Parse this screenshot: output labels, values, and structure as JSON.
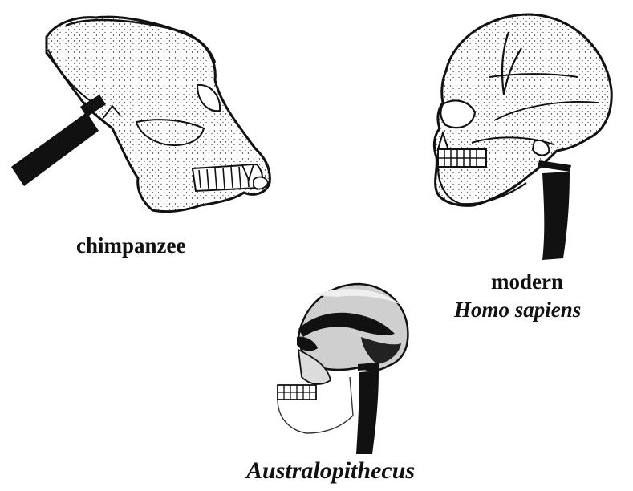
{
  "labels": {
    "chimpanzee": "chimpanzee",
    "modern_line1": "modern",
    "modern_line2": "Homo sapiens",
    "australopithecus": "Australopithecus"
  },
  "icons": {
    "chimp": "chimpanzee-skull-icon",
    "human": "human-skull-icon",
    "australopithecus": "australopithecus-skull-icon",
    "spine": "vertebral-column-icon"
  },
  "colors": {
    "ink": "#111111",
    "shade": "#8a8a8a",
    "paper": "#ffffff"
  }
}
